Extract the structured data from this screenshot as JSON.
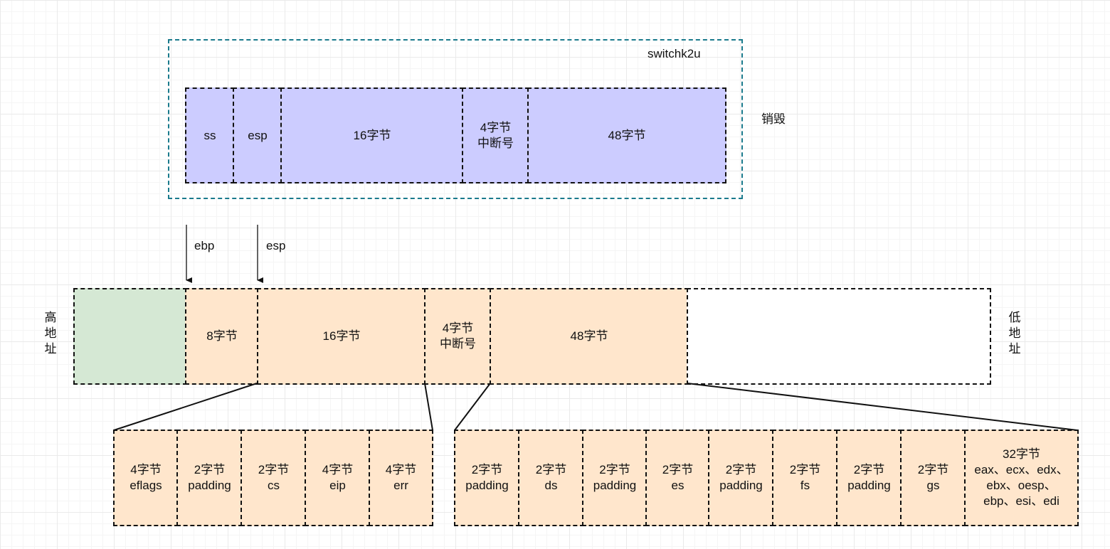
{
  "switch_group": {
    "title": "switchk2u",
    "cells": [
      "ss",
      "esp",
      "16字节",
      "4字节\n中断号",
      "48字节"
    ]
  },
  "destroy_label": "销毁",
  "pointers": {
    "ebp": "ebp",
    "esp": "esp"
  },
  "stack_row": {
    "high_label": "高\n地\n址",
    "low_label": "低\n地\n址",
    "cells": [
      "8字节",
      "16字节",
      "4字节\n中断号",
      "48字节"
    ]
  },
  "detail_16": [
    "4字节\neflags",
    "2字节\npadding",
    "2字节\ncs",
    "4字节\neip",
    "4字节\nerr"
  ],
  "detail_48": [
    "2字节\npadding",
    "2字节\nds",
    "2字节\npadding",
    "2字节\nes",
    "2字节\npadding",
    "2字节\nfs",
    "2字节\npadding",
    "2字节\ngs",
    "32字节\neax、ecx、edx、\nebx、oesp、\nebp、esi、edi"
  ],
  "colors": {
    "blue_fill": "#ccccff",
    "peach_fill": "#ffe6cc",
    "green_fill": "#d5e8d4",
    "group_border": "#1a7a8c"
  }
}
